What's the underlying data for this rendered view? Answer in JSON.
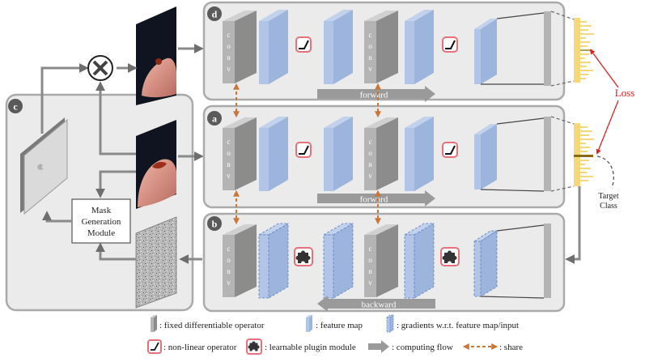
{
  "panels": {
    "d": {
      "letter": "d",
      "flow_label": "forward"
    },
    "a": {
      "letter": "a",
      "flow_label": "forward"
    },
    "b": {
      "letter": "b",
      "flow_label": "backward"
    },
    "c": {
      "letter": "c"
    }
  },
  "operator_text": [
    "c",
    "o",
    "n",
    "v"
  ],
  "operator_word": "conv",
  "mask_module_label": [
    "Mask",
    "Generation",
    "Module"
  ],
  "loss_label": "Loss",
  "target_class_label": [
    "Target",
    "Class"
  ],
  "multiply_symbol": "×",
  "legend": {
    "fixed_operator": ": fixed differentiable  operator",
    "feature_map": ": feature map",
    "gradients": ": gradients w.r.t. feature map/input",
    "nonlinear": ": non-linear operator",
    "plugin": ": learnable plugin module",
    "computing_flow": ": computing flow",
    "share": ": share"
  },
  "colors": {
    "panel_bg": "#ebebeb",
    "panel_border": "#aaaaaa",
    "operator_gray": "#b4b4b4",
    "feature_blue": "#9db4dc",
    "nonlinear_red": "#e8707a",
    "share_orange": "#c8763a",
    "loss_red": "#e02020",
    "logit_yellow": "#f6d77a",
    "flow_gray": "#9a9a9a"
  }
}
